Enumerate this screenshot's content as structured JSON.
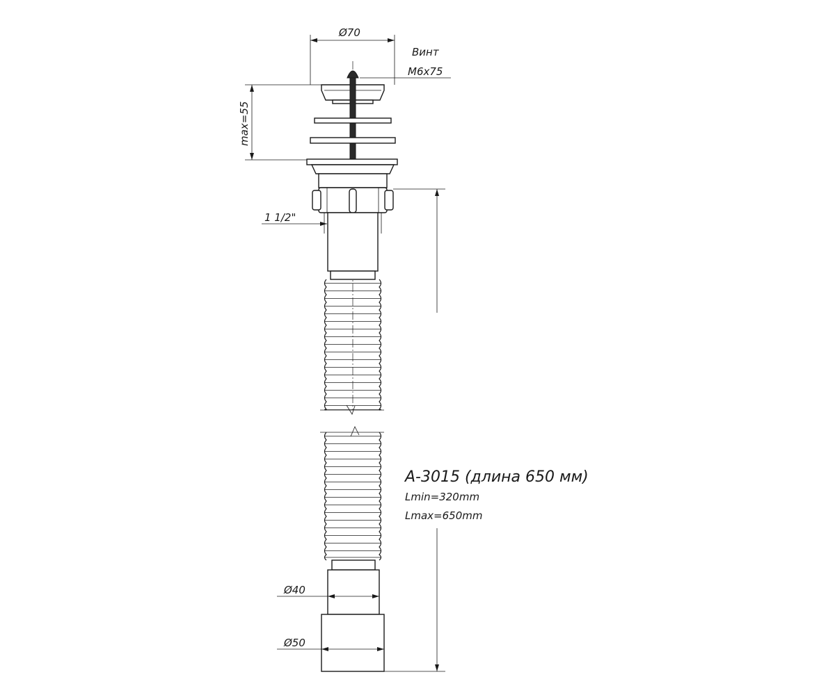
{
  "labels": {
    "diameter_top": "Ø70",
    "screw_line1": "Винт",
    "screw_line2": "M6x75",
    "max_height": "max=55",
    "thread": "1 1/2\"",
    "diameter_40": "Ø40",
    "diameter_50": "Ø50"
  },
  "specs": {
    "model": "A-3015 (длина 650 мм)",
    "lmin": "Lmin=320mm",
    "lmax": "Lmax=650mm"
  },
  "colors": {
    "line": "#1a1a1a",
    "background": "#ffffff"
  }
}
